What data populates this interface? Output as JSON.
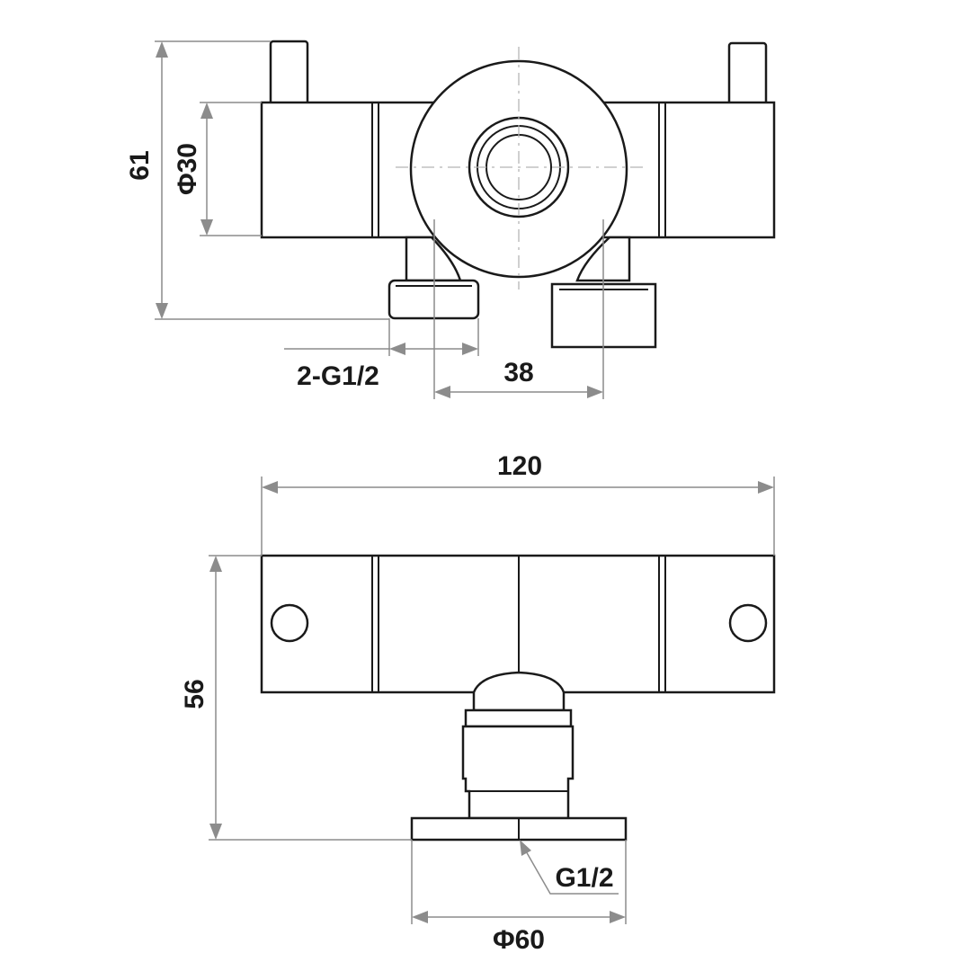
{
  "top_view": {
    "height_label": "61",
    "diameter_label": "Φ30",
    "thread_label": "2-G1/2",
    "spacing_label": "38"
  },
  "front_view": {
    "width_label": "120",
    "height_label": "56",
    "thread_label": "G1/2",
    "flange_label": "Φ60"
  }
}
